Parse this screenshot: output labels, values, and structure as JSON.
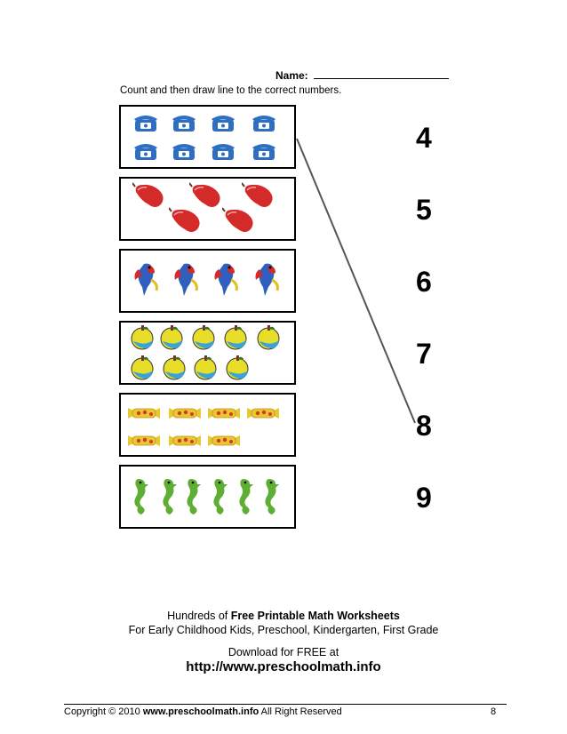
{
  "header": {
    "name_label": "Name:",
    "instructions": "Count and then draw line to the correct numbers."
  },
  "rows": [
    {
      "item": "telephone",
      "count": 8
    },
    {
      "item": "pear",
      "count": 5
    },
    {
      "item": "parrot",
      "count": 4
    },
    {
      "item": "apple",
      "count": 9
    },
    {
      "item": "candy",
      "count": 7
    },
    {
      "item": "seahorse",
      "count": 6
    }
  ],
  "numbers": [
    "4",
    "5",
    "6",
    "7",
    "8",
    "9"
  ],
  "drawn_line": {
    "from_row": 1,
    "to_number": "8"
  },
  "footer": {
    "line1_prefix": "Hundreds of ",
    "line1_bold": "Free Printable Math Worksheets",
    "line2": "For Early Childhood Kids, Preschool, Kindergarten, First Grade",
    "line3": "Download for FREE at",
    "url": "http://www.preschoolmath.info"
  },
  "copyright": {
    "prefix": "Copyright © 2010 ",
    "site": "www.preschoolmath.info",
    "suffix": " All Right Reserved",
    "page": "8"
  },
  "colors": {
    "telephone": "#2f6fc1",
    "pear": "#d42a2a",
    "parrot": "#2f5fbf",
    "apple_yellow": "#e8de2a",
    "apple_blue": "#3aa3d8",
    "candy": "#e8c830",
    "candy_dot": "#d43a2a",
    "seahorse": "#5fae34"
  }
}
